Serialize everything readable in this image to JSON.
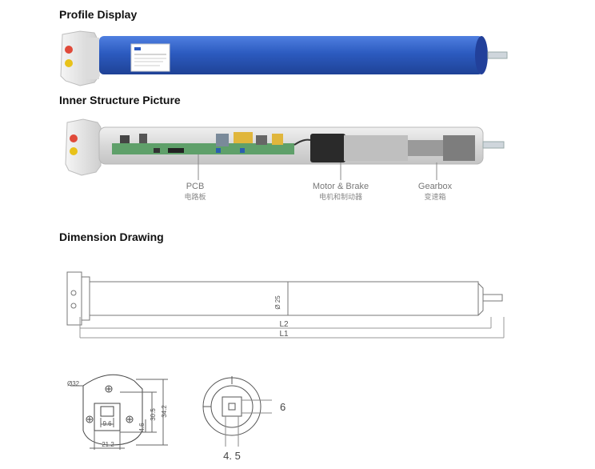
{
  "sections": {
    "profile_title": "Profile Display",
    "inner_title": "Inner Structure Picture",
    "dimension_title": "Dimension Drawing"
  },
  "inner_labels": {
    "pcb": "PCB",
    "pcb_cn": "电路板",
    "motor": "Motor & Brake",
    "motor_cn": "电机和制动器",
    "gearbox": "Gearbox",
    "gearbox_cn": "变速箱"
  },
  "dimension": {
    "diameter_tube": "Ø 25",
    "l2": "L2",
    "l1": "L1",
    "head_diameter": "Ø32",
    "dim_9_6": "9.6",
    "dim_4_6": "4.6",
    "dim_30_5": "30.5",
    "dim_34_2": "34.2",
    "dim_21_2": "21.2",
    "shaft_6": "6",
    "shaft_4_5": "4. 5"
  },
  "colors": {
    "tube_blue": "#2f5fc4",
    "end_cap": "#e8e8e8",
    "button_red": "#e04a3a",
    "button_yellow": "#e8c21a",
    "line_gray": "#777777"
  }
}
